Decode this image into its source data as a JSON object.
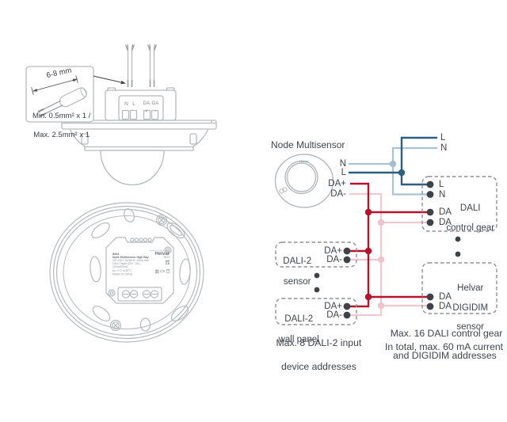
{
  "callout": {
    "dimension_label": "6-8 mm",
    "wire_min": "Min. 0.5mm² x 1 /",
    "wire_max": "Max. 2.5mm² x 1"
  },
  "terminal_block": {
    "n": "N",
    "l": "L",
    "da_plus_label": "DA",
    "da_plus_sign": "+",
    "da_minus_label": "DA",
    "da_minus_sign": "-"
  },
  "product_label": {
    "model": "5441",
    "address": "Keilaranta 5, FI-02150 Finland",
    "brand": "Helvar",
    "name": "Node Multisensor High Bay",
    "date_code": "0922",
    "power": "220-240V~50/60Hz, 30mA max.",
    "output": "DALI Output (DA+, DA-)",
    "bus_rating": "16Vdc/60mA",
    "temp_range": "ta = 0°C to 50°C",
    "origin": "MADE IN CHINA",
    "ce_mark": "CE",
    "ukca_line1": "UK",
    "ukca_line2": "CA"
  },
  "diagram": {
    "title": "Node Multisensor",
    "sensor_brand": "Helvar",
    "sensor": {
      "n": "N",
      "l": "L",
      "da_plus": "DA+",
      "da_minus": "DA-"
    },
    "mains": {
      "l": "L",
      "n": "N"
    },
    "control_gear": {
      "name_line1": "DALI",
      "name_line2": "control gear",
      "l": "L",
      "n": "N",
      "da1": "DA",
      "da2": "DA"
    },
    "dali2_sensor": {
      "name_line1": "DALI-2",
      "name_line2": "sensor",
      "da_plus": "DA+",
      "da_minus": "DA-"
    },
    "dali2_wall_panel": {
      "name_line1": "DALI-2",
      "name_line2": "wall panel",
      "da_plus": "DA+",
      "da_minus": "DA-"
    },
    "digidim": {
      "name_line1": "Helvar",
      "name_line2": "DIGIDIM",
      "name_line3": "sensor",
      "da1": "DA",
      "da2": "DA"
    },
    "notes": {
      "left_line1": "Max. 8 DALI-2 input",
      "left_line2": "device addresses",
      "right_line1": "Max. 16 DALI control gear",
      "right_line2": "and DIGIDIM addresses",
      "right_line3": "In total, max. 60 mA current"
    }
  },
  "colors": {
    "line_l_dark_blue": "#2e5d84",
    "line_n_light_blue": "#a9c3d6",
    "line_da_plus_red": "#b8122c",
    "line_da_minus_pink": "#f0c8d2",
    "terminal_dot_gray": "#3e4347",
    "dashed_box_gray": "#8d9296",
    "drawing_gray": "#b6babd",
    "text_gray": "#3f444a"
  }
}
